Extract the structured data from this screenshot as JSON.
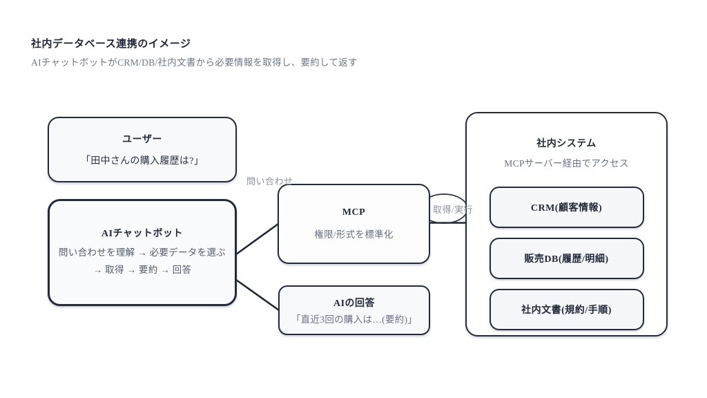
{
  "page": {
    "title": "社内データベース連携のイメージ",
    "subtitle": "AIチャットボットがCRM/DB/社内文書から必要情報を取得し、要約して返す"
  },
  "nodes": {
    "user": {
      "title": "ユーザー",
      "quote": "「田中さんの購入履歴は?」"
    },
    "chatbot": {
      "title": "AIチャットボット",
      "desc_line1": "問い合わせを理解 → 必要データを選ぶ",
      "desc_line2": "→ 取得 → 要約 → 回答"
    },
    "mcp": {
      "title": "MCP",
      "desc": "権限/形式を標準化"
    },
    "answer": {
      "title": "AIの回答",
      "quote": "「直近3回の購入は…(要約)」"
    },
    "system": {
      "title": "社内システム",
      "desc": "MCPサーバー経由でアクセス",
      "items": [
        {
          "label": "CRM(顧客情報)"
        },
        {
          "label": "販売DB(履歴/明細)"
        },
        {
          "label": "社内文書(規約/手順)"
        }
      ]
    }
  },
  "edges": {
    "inquiry_label": "問い合わせ",
    "fetch_label": "取得/実行"
  },
  "colors": {
    "border": "#232a3a",
    "box_fill": "#f8f9fb",
    "title_text": "#1f2637",
    "muted_text": "#6f7685",
    "edge_label_text": "#8a90a0"
  }
}
